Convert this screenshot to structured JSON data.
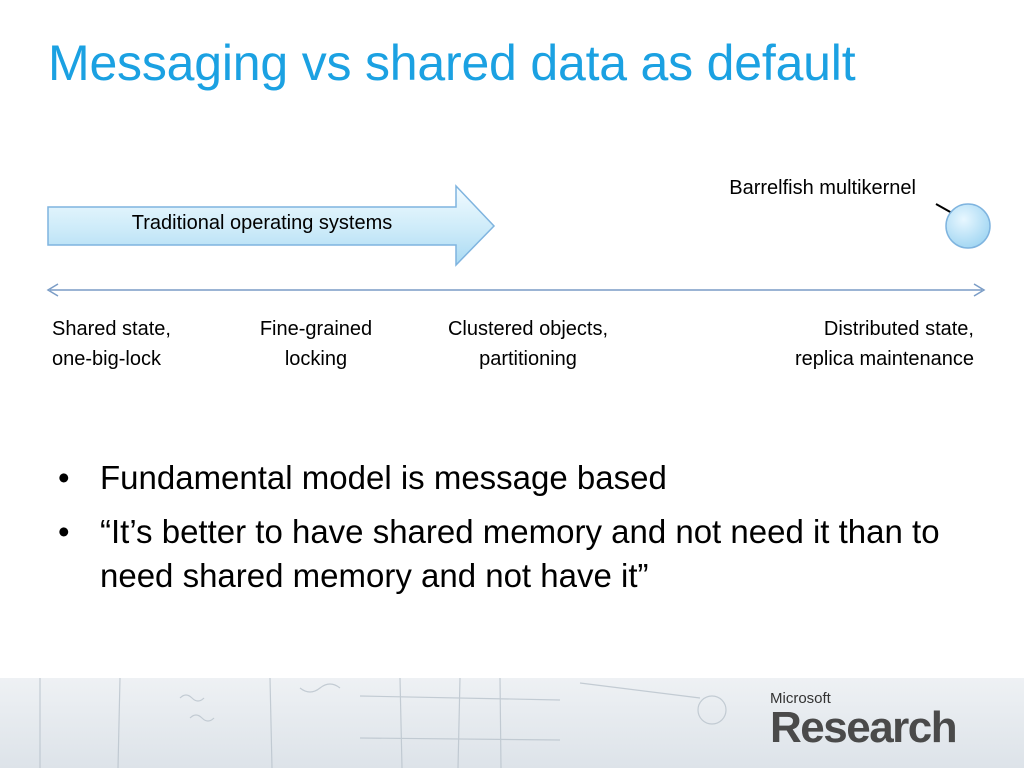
{
  "slide": {
    "title": "Messaging vs shared data as default"
  },
  "diagram": {
    "traditional_label": "Traditional operating systems",
    "barrelfish_label": "Barrelfish multikernel",
    "spectrum": [
      {
        "line1": "Shared state,",
        "line2": "one-big-lock"
      },
      {
        "line1": "Fine-grained",
        "line2": "locking"
      },
      {
        "line1": "Clustered objects,",
        "line2": "partitioning"
      },
      {
        "line1": "Distributed state,",
        "line2": "replica maintenance"
      }
    ]
  },
  "bullets": [
    {
      "marker": "•",
      "text": "Fundamental model is message based"
    },
    {
      "marker": "•",
      "text": "“It’s better to have shared memory and not need it than to need shared memory and not have it”"
    }
  ],
  "logo": {
    "top": "Microsoft",
    "bottom": "Research"
  },
  "colors": {
    "title": "#1ba1e2",
    "arrow_fill": "#cdebf9",
    "arrow_stroke": "#6fa8d8",
    "spectrum_line": "#7a9cc6"
  }
}
